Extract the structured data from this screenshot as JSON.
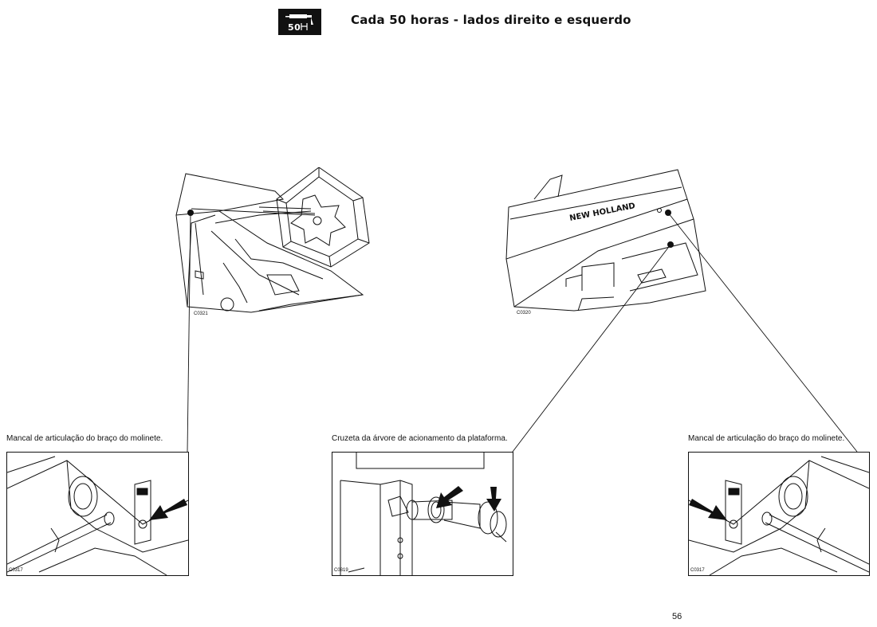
{
  "header": {
    "badge_number": "50",
    "title": "Cada 50 horas - lados direito e esquerdo"
  },
  "figures": {
    "machine_left_code": "C0321",
    "machine_right_code": "C0320",
    "machine_right_brand": "NEW HOLLAND"
  },
  "details": [
    {
      "caption": "Mancal de articulação do braço do molinete.",
      "code": "C0317"
    },
    {
      "caption": "Cruzeta da árvore de acionamento da plataforma.",
      "code": "C0319"
    },
    {
      "caption": "Mancal de articulação do braço do molinete.",
      "code": "C0317"
    }
  ],
  "page_number": "56"
}
